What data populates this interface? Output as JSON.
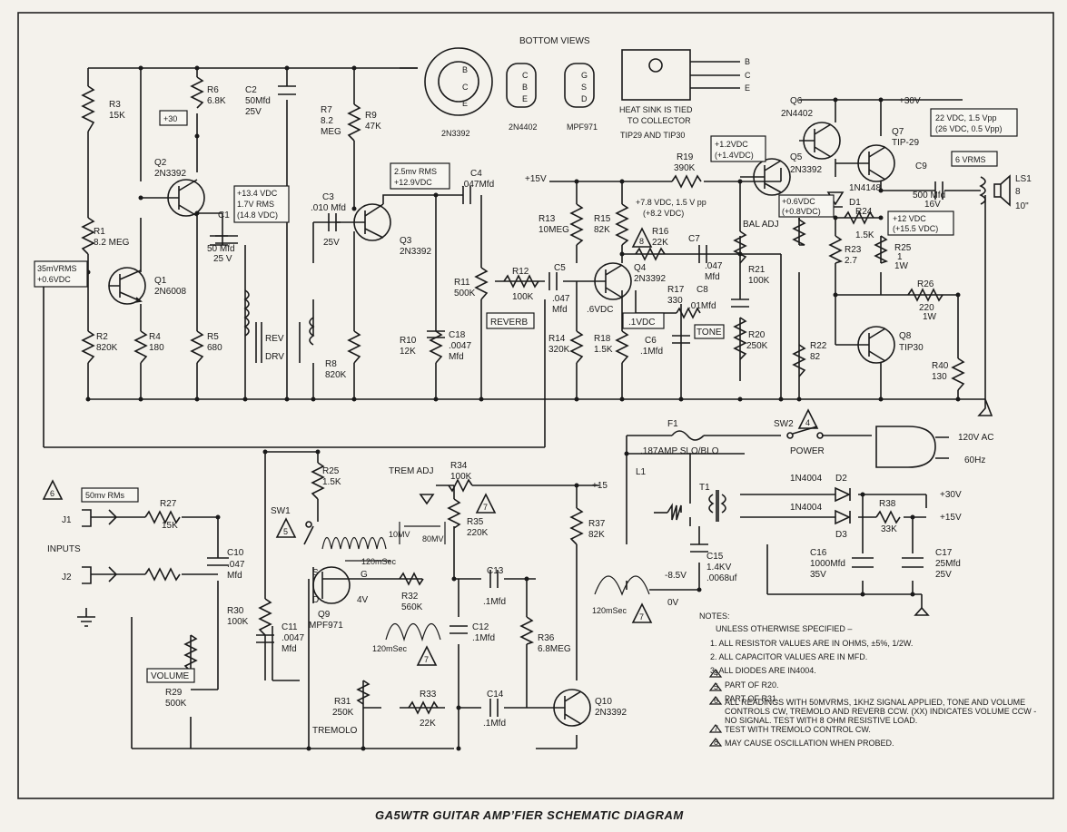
{
  "title": "GA5WTR GUITAR AMP’FIER SCHEMATIC DIAGRAM",
  "bottom_views": {
    "heading": "BOTTOM VIEWS",
    "q2n3392": {
      "name": "2N3392",
      "pins": [
        "B",
        "C",
        "E"
      ]
    },
    "q2n4402": {
      "name": "2N4402",
      "pins": [
        "C",
        "B",
        "E"
      ]
    },
    "mpf971": {
      "name": "MPF971",
      "pins": [
        "G",
        "S",
        "D"
      ]
    },
    "tip": {
      "note1": "HEAT SINK IS TIED",
      "note2": "TO COLLECTOR",
      "note3": "TIP29 AND TIP30",
      "pins": [
        "B",
        "C",
        "E"
      ]
    }
  },
  "components": {
    "r3": [
      "R3",
      "15K"
    ],
    "r6": [
      "R6",
      "6.8K"
    ],
    "c2": [
      "C2",
      "50Mfd",
      "25V"
    ],
    "r7": [
      "R7",
      "8.2",
      "MEG"
    ],
    "r9": [
      "R9",
      "47K"
    ],
    "plus30": "+30",
    "q2": [
      "Q2",
      "2N3392"
    ],
    "c1": [
      "C1",
      "50 Mfd",
      "25 V"
    ],
    "box_q2": [
      "+13.4 VDC",
      "1.7V RMS",
      "(14.8 VDC)"
    ],
    "c3": [
      "C3",
      ".010 Mfd",
      "25V"
    ],
    "q3": [
      "Q3",
      "2N3392"
    ],
    "r1": [
      "R1",
      "8.2 MEG"
    ],
    "q1": [
      "Q1",
      "2N6008"
    ],
    "box_in": [
      "35mVRMS",
      "+0.6VDC"
    ],
    "r2": [
      "R2",
      "820K"
    ],
    "r4": [
      "R4",
      "180"
    ],
    "r5": [
      "R5",
      "680"
    ],
    "rev": "REV",
    "drv": "DRV",
    "r8": [
      "R8",
      "820K"
    ],
    "r10": [
      "R10",
      "12K"
    ],
    "box_q3": [
      "2.5mv RMS",
      "+12.9VDC"
    ],
    "c4": [
      "C4",
      ".047Mfd"
    ],
    "c18": [
      "C18",
      ".0047",
      "Mfd"
    ],
    "r11": [
      "R11",
      "500K"
    ],
    "r12": [
      "R12",
      "100K"
    ],
    "reverb": "REVERB",
    "c5": [
      "C5",
      ".047",
      "Mfd"
    ],
    "plus15v": "+15V",
    "r13": [
      "R13",
      "10MEG"
    ],
    "r15": [
      "R15",
      "82K"
    ],
    "q4_volts": [
      "+7.8 VDC, 1.5 V pp",
      "(+8.2 VDC)"
    ],
    "r19": [
      "R19",
      "390K"
    ],
    "r16": [
      "R16",
      "22K"
    ],
    "c7": [
      "C7",
      ".047",
      "Mfd"
    ],
    "q4": [
      "Q4",
      "2N3392"
    ],
    "six_vdc": ".6VDC",
    "one_vdc": ".1VDC",
    "r17": [
      "R17",
      "330"
    ],
    "c8": [
      "C8",
      ".01Mfd"
    ],
    "r14": [
      "R14",
      "320K"
    ],
    "r18": [
      "R18",
      "1.5K"
    ],
    "c6": [
      "C6",
      ".1Mfd"
    ],
    "tone": "TONE",
    "r20": [
      "R20",
      "250K"
    ],
    "bal_adj": "BAL ADJ",
    "r21": [
      "R21",
      "100K"
    ],
    "box_q5": [
      "+1.2VDC",
      "(+1.4VDC)"
    ],
    "q6": [
      "Q6",
      "2N4402"
    ],
    "q5": [
      "Q5",
      "2N3392"
    ],
    "box_d1": [
      "+0.6VDC",
      "(+0.8VDC)"
    ],
    "d1": [
      "D1",
      "1N4148"
    ],
    "r24": [
      "R24",
      "1.5K"
    ],
    "r23": [
      "R23",
      "2.7"
    ],
    "r22": [
      "R22",
      "82"
    ],
    "box_12v": [
      "+12 VDC",
      "(+15.5 VDC)"
    ],
    "r25a": [
      "R25",
      "1",
      "1W"
    ],
    "r26": [
      "R26",
      "220",
      "1W"
    ],
    "q8": [
      "Q8",
      "TIP30"
    ],
    "r40": [
      "R40",
      "130"
    ],
    "plus30v": "+30V",
    "q7": [
      "Q7",
      "TIP-29"
    ],
    "box_out": [
      "22 VDC, 1.5 Vpp",
      "(26 VDC, 0.5 Vpp)"
    ],
    "six_vrms": "6 VRMS",
    "c9": [
      "C9",
      "500 Mfd",
      "16V"
    ],
    "ls1": [
      "LS1",
      "8",
      "10\""
    ],
    "f1": "F1",
    "sw2": "SW2",
    "power": "POWER",
    "fuse": ".187AMP SLO/BLO",
    "ac": [
      "120V AC",
      "60Hz"
    ],
    "l1": "L1",
    "t1": "T1",
    "d2": [
      "1N4004",
      "D2"
    ],
    "d3": [
      "1N4004",
      "D3"
    ],
    "r38": [
      "R38",
      "33K"
    ],
    "plus30v_b": "+30V",
    "plus15v_b": "+15V",
    "c16": [
      "C16",
      "1000Mfd",
      "35V"
    ],
    "c17": [
      "C17",
      "25Mfd",
      "25V"
    ],
    "c15": [
      "C15",
      "1.4KV",
      ".0068uf"
    ],
    "neg85": "-8.5V",
    "zero_v": "0V",
    "trem_adj": "TREM ADJ",
    "r34": [
      "R34",
      "100K"
    ],
    "plus15": "+15",
    "r35": [
      "R35",
      "220K"
    ],
    "r37": [
      "R37",
      "82K"
    ],
    "r25b": [
      "R25",
      "1.5K"
    ],
    "sw1": "SW1",
    "ten_mv": "10MV",
    "eighty_mv": "80MV",
    "ms120": "120mSec",
    "q9": [
      "Q9",
      "MPF971"
    ],
    "s": "S",
    "g": "G",
    "d": "D",
    "four_v": "4V",
    "r32": [
      "R32",
      "560K"
    ],
    "c13": [
      "C13",
      ".1Mfd"
    ],
    "c12": [
      "C12",
      ".1Mfd"
    ],
    "r36": [
      "R36",
      "6.8MEG"
    ],
    "c14": [
      "C14",
      ".1Mfd"
    ],
    "q10": [
      "Q10",
      "2N3392"
    ],
    "r31": [
      "R31",
      "250K"
    ],
    "tremolo": "TREMOLO",
    "r33": [
      "R33",
      "22K"
    ],
    "volume": "VOLUME",
    "r29": [
      "R29",
      "500K"
    ],
    "r30": [
      "R30",
      "100K"
    ],
    "c10": [
      "C10",
      ".047",
      "Mfd"
    ],
    "c11": [
      "C11",
      ".0047",
      "Mfd"
    ],
    "box_50mv": "50mv RMs",
    "r27": [
      "R27",
      "15K"
    ],
    "j1": "J1",
    "j2": "J2",
    "inputs": "INPUTS"
  },
  "triangles": [
    "6",
    "5",
    "7",
    "7",
    "7",
    "8",
    "4"
  ],
  "notes": {
    "heading": "NOTES:",
    "sub": "UNLESS OTHERWISE SPECIFIED –",
    "items": [
      "1.  ALL RESISTOR VALUES ARE IN OHMS, ±5%, 1/2W.",
      "2.  ALL CAPACITOR VALUES ARE IN MFD.",
      "3.  ALL DIODES ARE IN4004.",
      "PART OF R20.",
      "PART OF R31.",
      "ALL READINGS WITH 50MVRMS, 1KHZ SIGNAL APPLIED, TONE AND VOLUME",
      "CONTROLS CW, TREMOLO AND REVERB CCW. (XX) INDICATES VOLUME CCW -",
      "NO SIGNAL. TEST WITH 8 OHM RESISTIVE LOAD.",
      "TEST WITH TREMOLO CONTROL CW.",
      "MAY CAUSE OSCILLATION WHEN PROBED."
    ],
    "markers": [
      "4",
      "5",
      "6",
      "7",
      "8"
    ]
  }
}
